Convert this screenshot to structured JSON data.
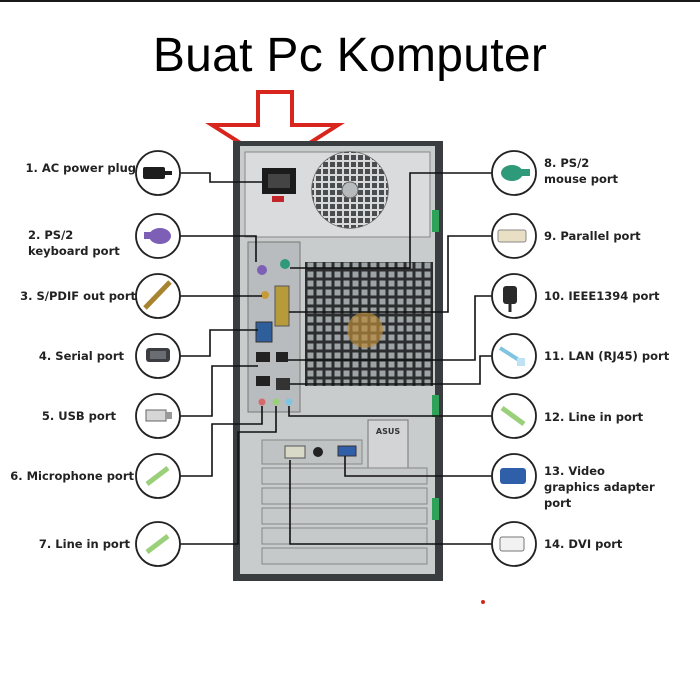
{
  "title": "Buat Pc Komputer",
  "tower_badge": "ASUS",
  "ports_left": [
    {
      "label": "1. AC power plug",
      "icon": "ac-power-plug-icon"
    },
    {
      "label": "2. PS/2 keyboard port",
      "icon": "ps2-keyboard-connector-icon"
    },
    {
      "label": "3. S/PDIF out port",
      "icon": "spdif-cable-icon"
    },
    {
      "label": "4. Serial port",
      "icon": "serial-connector-icon"
    },
    {
      "label": "5. USB port",
      "icon": "usb-connector-icon"
    },
    {
      "label": "6. Microphone port",
      "icon": "microphone-jack-icon"
    },
    {
      "label": "7. Line in port",
      "icon": "line-in-jack-icon"
    }
  ],
  "ports_right": [
    {
      "label": "8. PS/2 mouse port",
      "icon": "ps2-mouse-connector-icon"
    },
    {
      "label": "9. Parallel port",
      "icon": "parallel-connector-icon"
    },
    {
      "label": "10. IEEE1394 port",
      "icon": "ieee1394-connector-icon"
    },
    {
      "label": "11. LAN (RJ45) port",
      "icon": "lan-rj45-connector-icon"
    },
    {
      "label": "12. Line in port",
      "icon": "line-in-jack-icon"
    },
    {
      "label": "13. Video graphics adapter port",
      "icon": "vga-connector-icon"
    },
    {
      "label": "14. DVI port",
      "icon": "dvi-connector-icon"
    }
  ],
  "colors": {
    "arrow": "#d8261f",
    "case_dark": "#3a3d40",
    "panel": "#c9cccd",
    "leader_line": "#111111",
    "ps2_keyboard": "#7d5fb5",
    "ps2_mouse": "#2e9a7a",
    "vga": "#2f5fa8",
    "audio_green": "#9ad07a",
    "lan_blue": "#7fc4e0"
  }
}
